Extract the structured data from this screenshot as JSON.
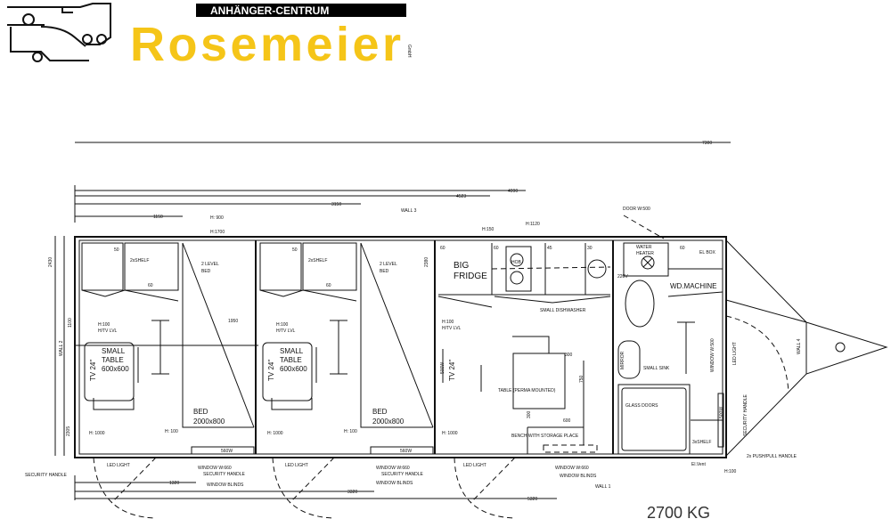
{
  "logo": {
    "tagline": "ANHÄNGER-CENTRUM",
    "brand": "Rosemeier",
    "suffix": "GmbH",
    "brand_color": "#f5c518"
  },
  "dimensions": {
    "d7300": "7300",
    "d4990": "4990",
    "d4523": "4523",
    "d3150": "3150",
    "d1150": "1150",
    "d2430": "2430",
    "d1100": "1100",
    "d2305": "2305",
    "d1950": "1950",
    "d2380": "2380",
    "d1320": "1320",
    "d3320": "3320",
    "d5320": "5320",
    "d300a": "300",
    "d750": "750",
    "d300b": "300",
    "d600": "600"
  },
  "labels": {
    "wall1": "WALL 1",
    "wall2": "WALL 2",
    "wall3": "WALL 3",
    "wall4": "WALL 4",
    "h900": "H: 900",
    "h1700": "H:1700",
    "h150": "H:150",
    "h1120": "H:1120",
    "door": "DOOR W:500",
    "s50": "50",
    "s60": "60",
    "shelf": "2xSHELF",
    "bed2": "2 LEVEL",
    "bed2b": "BED",
    "h100tv": "H:100",
    "htvlvl": "H/TV LVL",
    "table1": "SMALL",
    "table2": "TABLE",
    "table3": "600x600",
    "tv": "TV 24\"",
    "bed": "BED",
    "bedsize": "2000x800",
    "h1000": "H: 1000",
    "hh100": "H: 100",
    "w560": "560W",
    "led": "LED LIGHT",
    "window660": "WINDOW W:660",
    "sechandle": "SECURITY HANDLE",
    "blinds": "WINDOW BLINDS",
    "k60a": "60",
    "k60b": "60",
    "k45": "45",
    "k30": "30",
    "fridge1": "BIG",
    "fridge2": "FRIDGE",
    "hob": "HOB",
    "dishwasher": "SMALL DISHWASHER",
    "w500": "500W",
    "tableperma": "TABLE (PERMA MOUNTED)",
    "bench": "BENCH WITH STORAGE PLACE",
    "heater1": "WATER",
    "heater2": "HEATER",
    "v220": "220V",
    "b60": "60",
    "elbox": "EL BOX",
    "wdmachine": "WD.MACHINE",
    "mirror": "MIRROR",
    "sink": "SMALL SINK",
    "glass": "GLASS DOORS",
    "shelf3": "3xSHELF",
    "window500": "WINDOW W:500",
    "ledv": "LED LIGHT",
    "b500w": "500W",
    "elvent": "El.Vent",
    "h100b": "H:100",
    "pushpull": "2x PUSH/PULL HANDLE",
    "weight": "2700 KG"
  }
}
